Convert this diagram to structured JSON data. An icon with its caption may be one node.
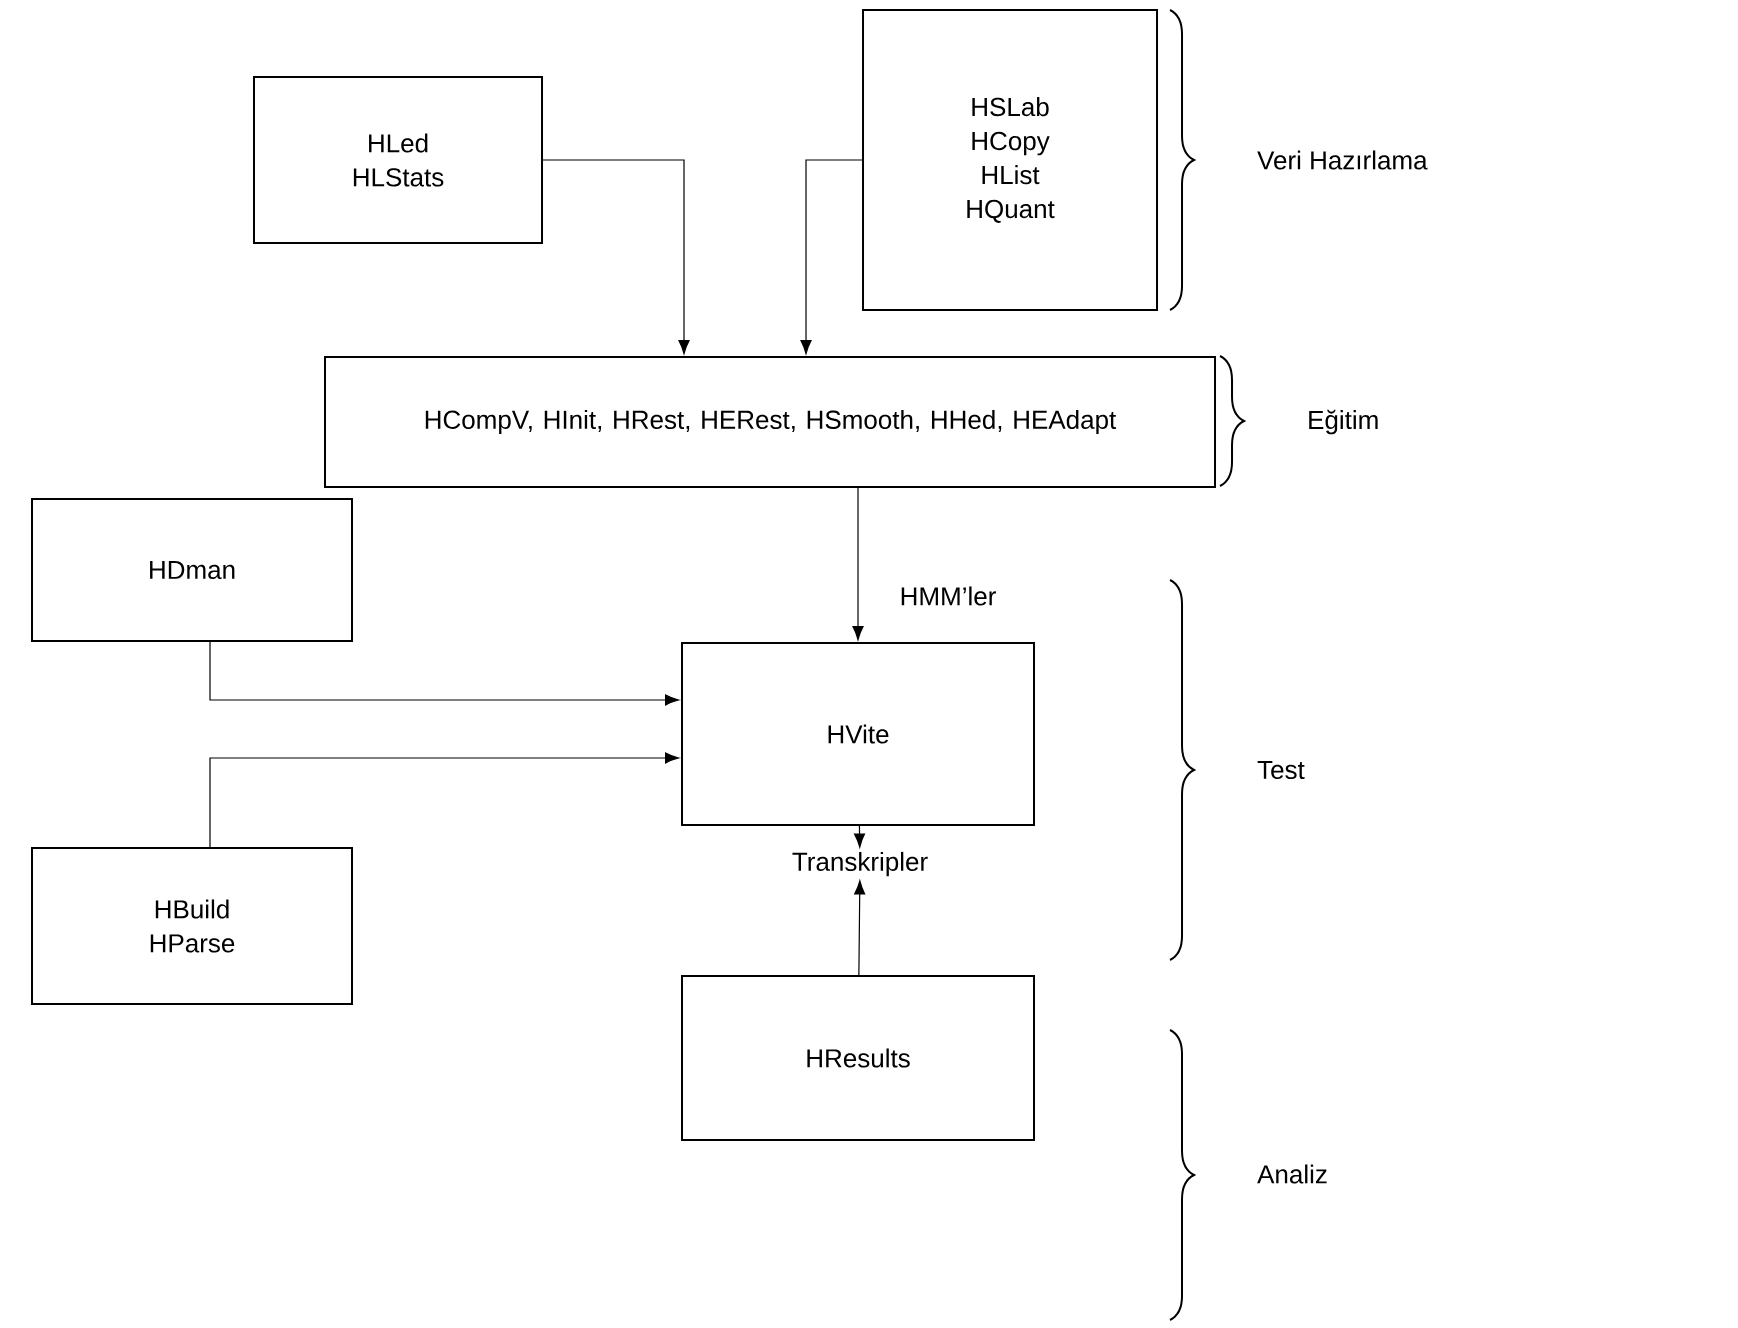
{
  "diagram": {
    "nodes": [
      {
        "text": [
          "HLed",
          "HLStats"
        ]
      },
      {
        "text": [
          "HSLab",
          "HCopy",
          "HList",
          "HQuant"
        ]
      },
      {
        "text": [
          "HCompV, HInit, HRest, HERest, HSmooth, HHed, HEAdapt"
        ]
      },
      {
        "text": [
          "HDman"
        ]
      },
      {
        "text": [
          "HVite"
        ]
      },
      {
        "text": [
          "HBuild",
          "HParse"
        ]
      },
      {
        "text": [
          "Transkripler"
        ]
      },
      {
        "text": [
          "HResults"
        ]
      }
    ],
    "edges": [
      {
        "from": 0,
        "to": 2,
        "arrow": "to"
      },
      {
        "from": 1,
        "to": 2,
        "arrow": "to"
      },
      {
        "from": 2,
        "to": 4,
        "arrow": "to",
        "label": "HMM’ler"
      },
      {
        "from": 3,
        "to": 4,
        "arrow": "to"
      },
      {
        "from": 5,
        "to": 4,
        "arrow": "to"
      },
      {
        "from": 4,
        "to": 6,
        "arrow": "to"
      },
      {
        "from": 7,
        "to": 6,
        "arrow": "to"
      }
    ],
    "labels": [
      "Veri Hazırlama",
      "Eğitim",
      "Test",
      "Analiz"
    ]
  }
}
